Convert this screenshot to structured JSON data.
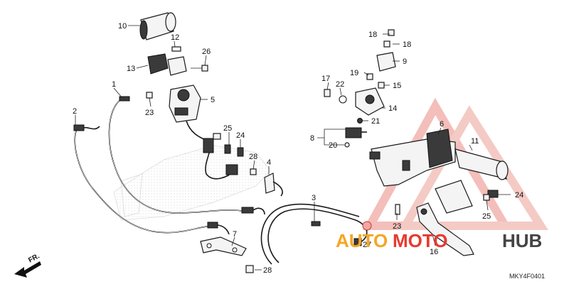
{
  "diagram_code": "MKY4F0401",
  "direction_label": "FR.",
  "watermark": {
    "part1": "AUTO",
    "part2": "MOTO",
    "part3": "HUB",
    "color_orange": "#f5a623",
    "color_red": "#e8392e",
    "color_dark": "#444444"
  },
  "callouts": [
    "1",
    "2",
    "3",
    "4",
    "5",
    "6",
    "7",
    "8",
    "9",
    "10",
    "11",
    "12",
    "13",
    "14",
    "15",
    "16",
    "17",
    "18",
    "18",
    "19",
    "20",
    "21",
    "22",
    "23",
    "23",
    "24",
    "24",
    "25",
    "25",
    "26",
    "27",
    "28",
    "28"
  ]
}
